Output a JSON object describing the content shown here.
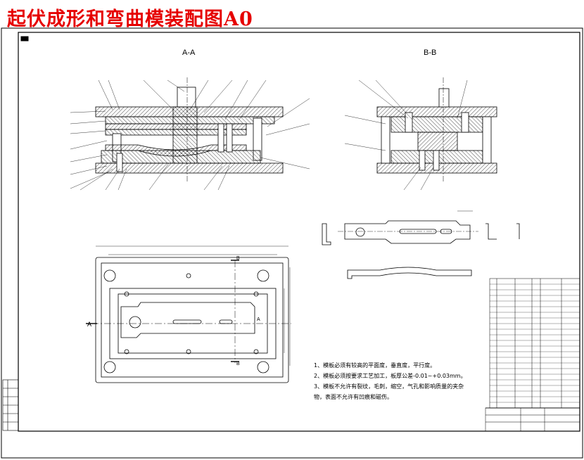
{
  "title": "起伏成形和弯曲模装配图A0",
  "colors": {
    "title": "#e60000",
    "line": "#000000",
    "hatch": "#000000",
    "background": "#ffffff"
  },
  "views": {
    "section_aa": "A-A",
    "section_bb": "B-B",
    "plan_cut_a": "A",
    "plan_cut_b": "B"
  },
  "notes": [
    "1、模板必须有较高的平面度，垂直度，平行度。",
    "2、模板必须按要求工艺加工，板厚公差-0.01~+0.03mm。",
    "3、模板不允许有裂纹，毛刺，缩空，气孔和影响质量的夹杂",
    "   物，表面不允许有凹痕和磁伤。"
  ]
}
